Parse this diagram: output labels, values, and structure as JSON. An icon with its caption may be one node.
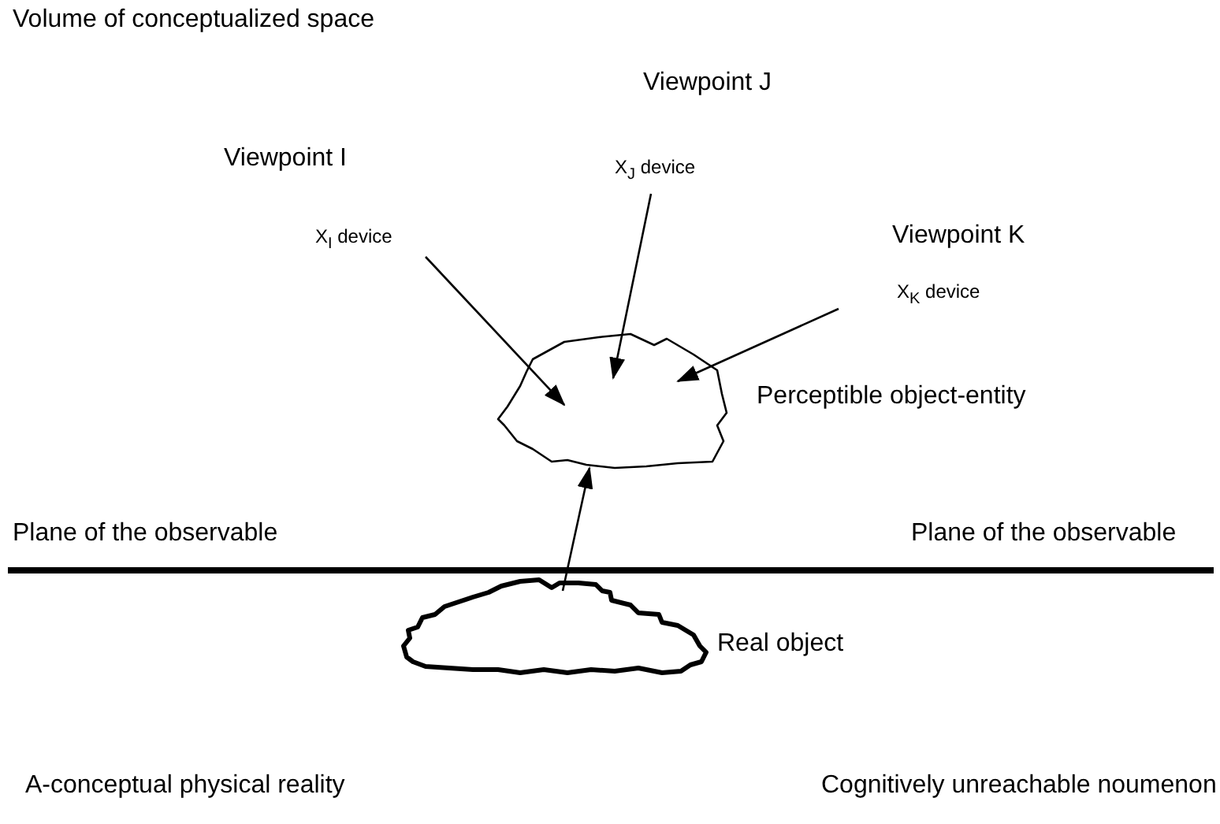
{
  "diagram": {
    "nodes": [
      {
        "text": [],
        "shape": "cloud",
        "beside": [
          "Perceptible object-entity"
        ]
      },
      {
        "text": [],
        "shape": "cloud",
        "beside": [
          "Real object"
        ]
      },
      {
        "text": [
          "X$_{I}$ device"
        ]
      },
      {
        "text": [
          "X$_{J}$ device"
        ]
      },
      {
        "text": [
          "X$_{K}$ device"
        ]
      }
    ],
    "edges": [
      {
        "from": 2,
        "to": 0,
        "arrow": "to"
      },
      {
        "from": 3,
        "to": 0,
        "arrow": "to"
      },
      {
        "from": 4,
        "to": 0,
        "arrow": "to"
      },
      {
        "from": 1,
        "to": 0,
        "arrow": "to"
      }
    ],
    "labels": [
      "Volume of conceptualized space",
      "Viewpoint J",
      "Viewpoint I",
      "Viewpoint K",
      "Plane of the observable",
      "Plane of the observable",
      "A-conceptual physical reality",
      "Cognitively unreachable noumenon"
    ]
  }
}
